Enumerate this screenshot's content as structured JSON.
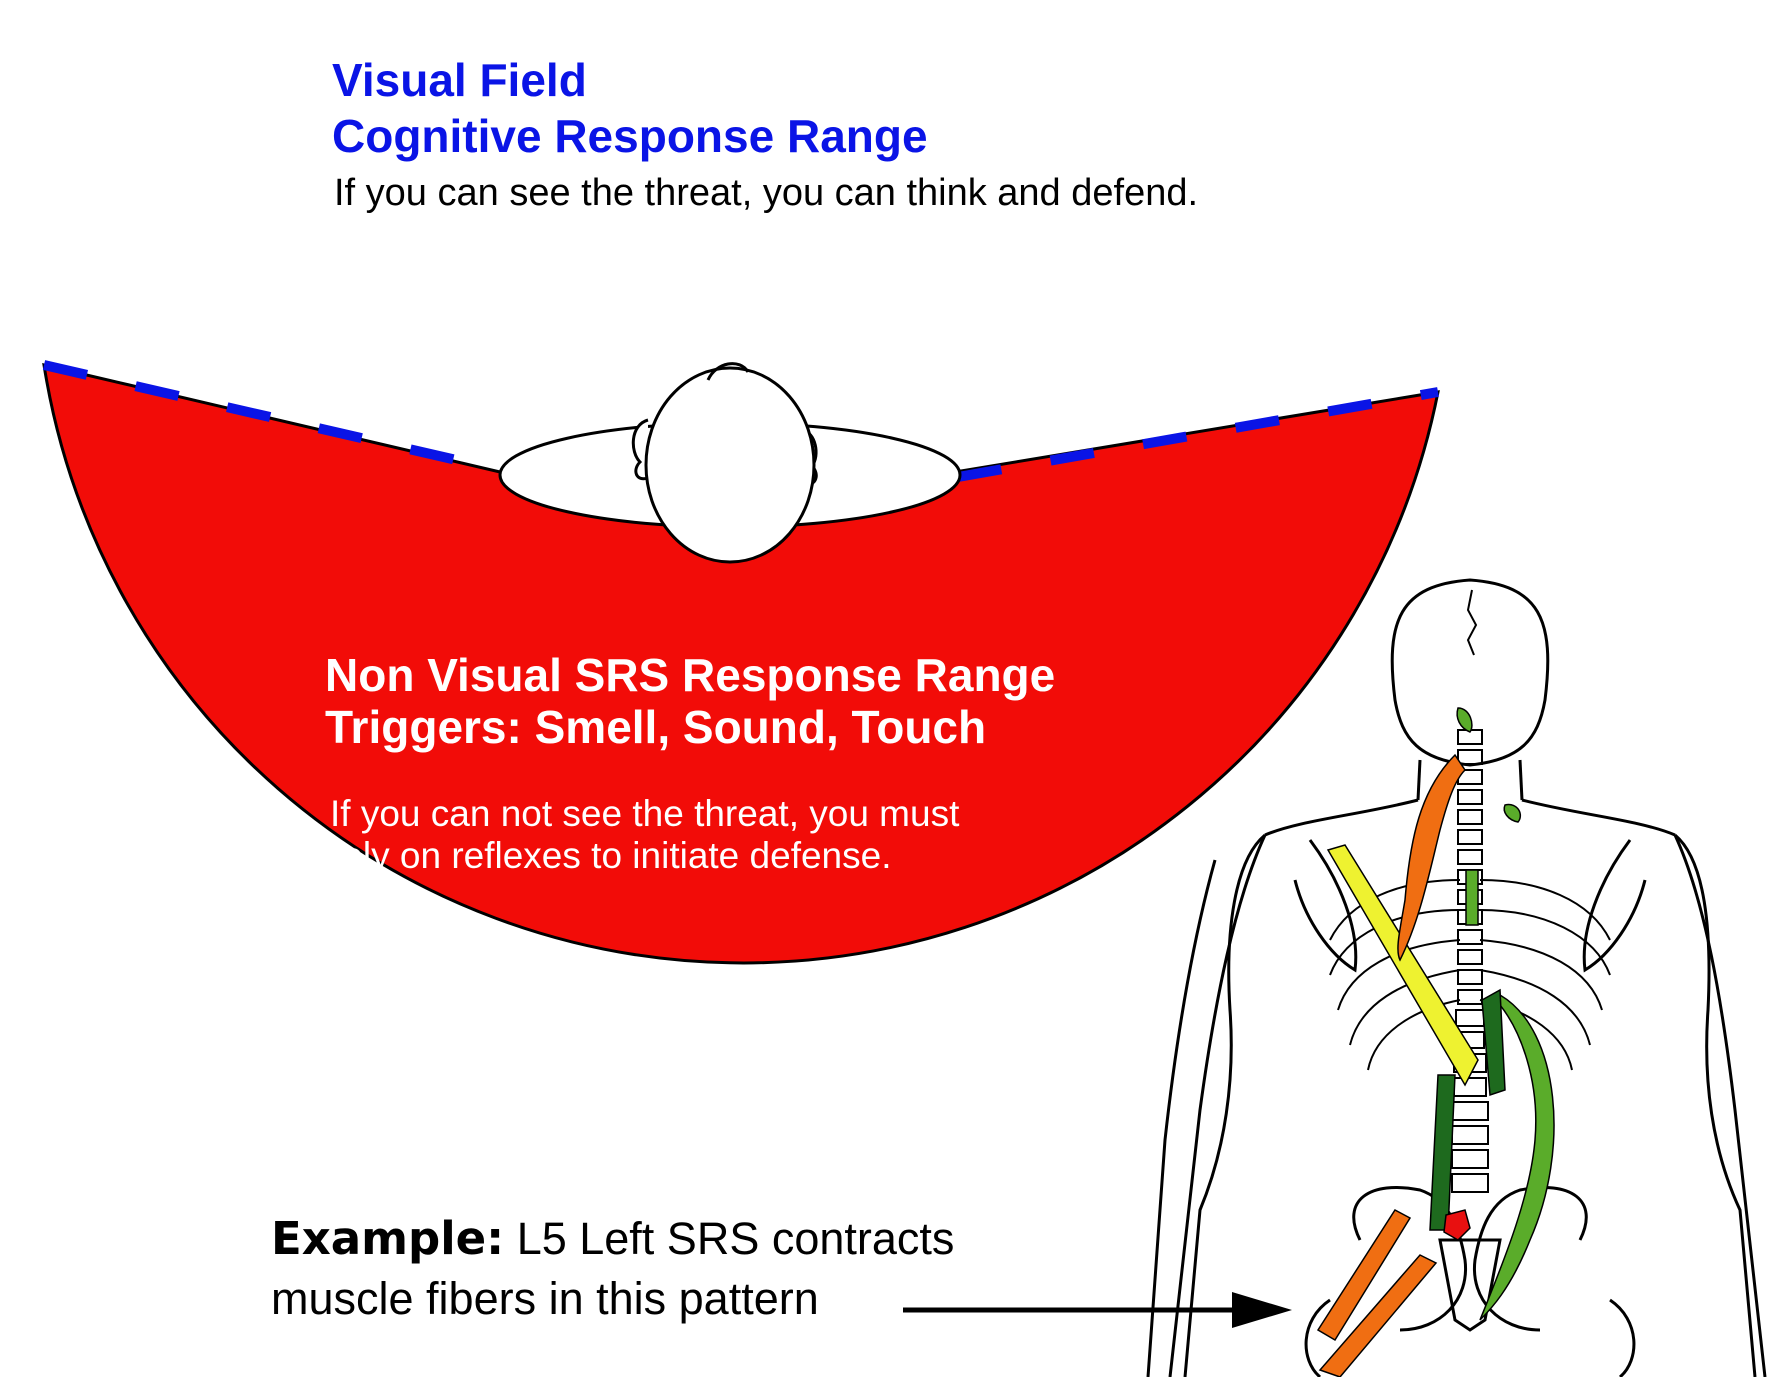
{
  "colors": {
    "field_red": "#f20c08",
    "dash_blue": "#0a14e6",
    "title_blue": "#0a14e6",
    "muscle_yellow": "#eef230",
    "muscle_orange": "#f06e12",
    "muscle_green": "#5aac2a",
    "muscle_dark_green": "#1e6a1e",
    "nerve_red": "#e81010"
  },
  "visual_field": {
    "title": "Visual Field",
    "subtitle": "Cognitive Response Range",
    "description": "If you can see the threat, you can think and defend."
  },
  "non_visual": {
    "title": "Non Visual SRS Response Range",
    "triggers": "Triggers: Smell, Sound, Touch",
    "description_line1": "If you can not see the threat, you must",
    "description_line2": "rely on reflexes to initiate defense."
  },
  "example": {
    "label": "Example:",
    "line1_rest": " L5 Left SRS contracts",
    "line2": "muscle fibers in this pattern"
  }
}
